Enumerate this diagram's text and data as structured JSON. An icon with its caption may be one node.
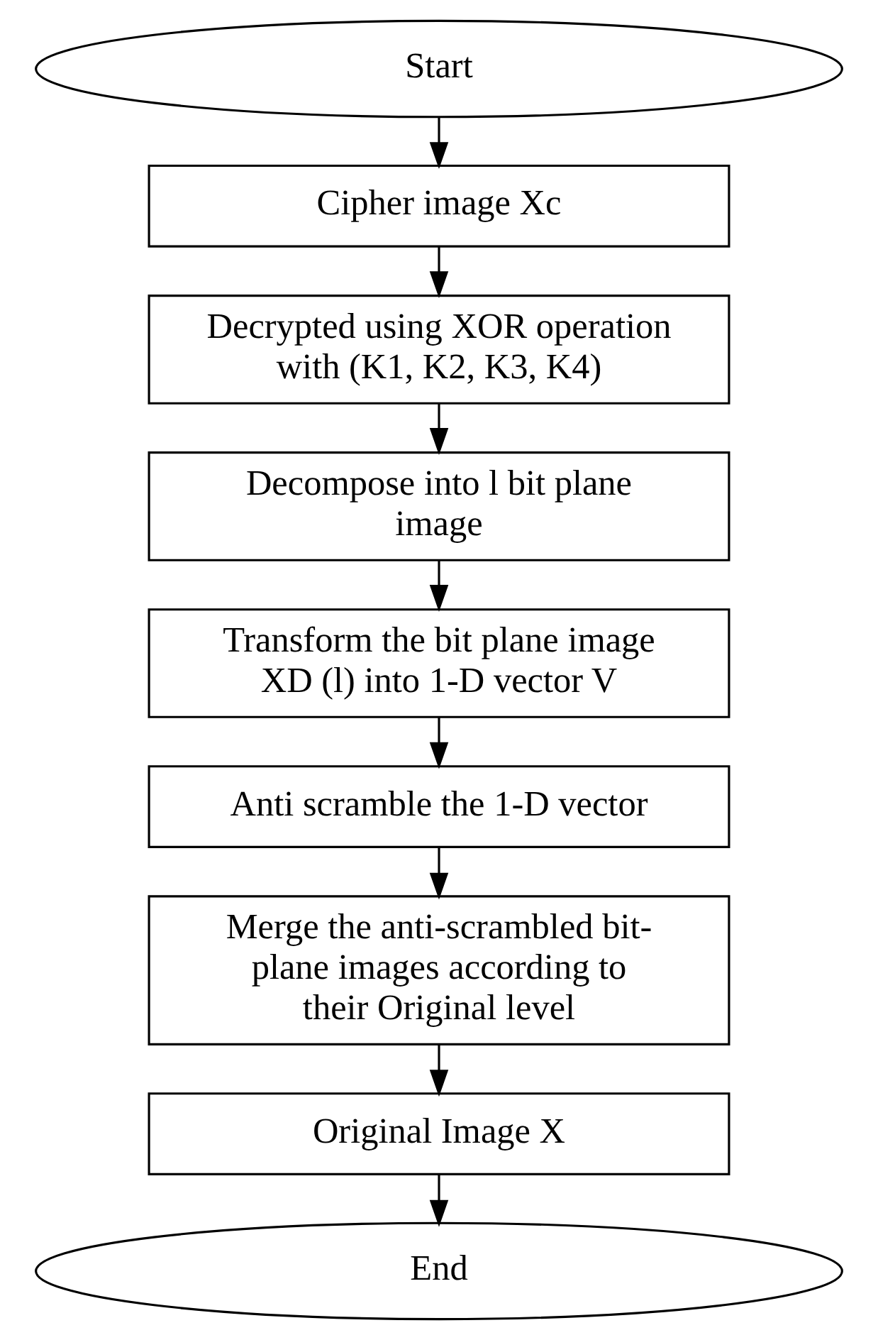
{
  "diagram": {
    "nodes": [
      {
        "text": [
          "Start"
        ]
      },
      {
        "text": [
          "Cipher image Xc"
        ]
      },
      {
        "text": [
          "Decrypted using XOR operation with (K1, K2, K3, K4)"
        ]
      },
      {
        "text": [
          "Decompose into l bit plane image"
        ]
      },
      {
        "text": [
          "Transform the bit plane image XD (l) into 1-D vector V"
        ]
      },
      {
        "text": [
          "Anti scramble the 1-D vector"
        ]
      },
      {
        "text": [
          "Merge the anti-scrambled bit-plane images according to their Original level"
        ]
      },
      {
        "text": [
          "Original Image X"
        ]
      },
      {
        "text": [
          "End"
        ]
      }
    ],
    "edges": [
      {
        "from": 0,
        "to": 1,
        "arrow": "to"
      },
      {
        "from": 1,
        "to": 2,
        "arrow": "to"
      },
      {
        "from": 2,
        "to": 3,
        "arrow": "to"
      },
      {
        "from": 3,
        "to": 4,
        "arrow": "to"
      },
      {
        "from": 4,
        "to": 5,
        "arrow": "to"
      },
      {
        "from": 5,
        "to": 6,
        "arrow": "to"
      },
      {
        "from": 6,
        "to": 7,
        "arrow": "to"
      },
      {
        "from": 7,
        "to": 8,
        "arrow": "to"
      }
    ]
  }
}
